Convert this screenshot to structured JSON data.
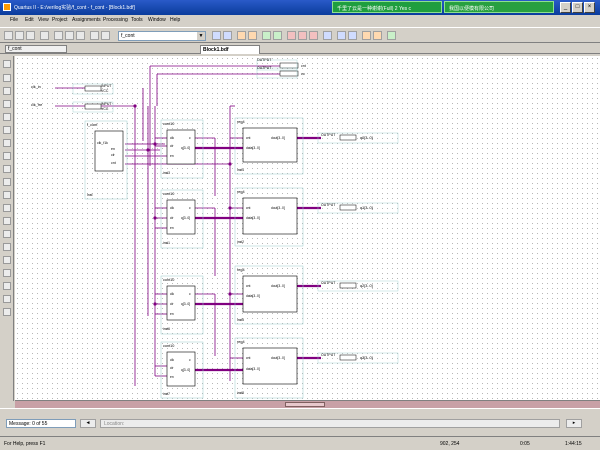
{
  "window": {
    "title": "Quartus II - E:/verilog实验/f_cont - f_cont - [Block1.bdf]"
  },
  "ime": {
    "text1": "千里了云是一种谢谢(Full)  2  Yes  c",
    "text2": "我国以便模有限公司"
  },
  "menu": [
    "File",
    "Edit",
    "View",
    "Project",
    "Assignments",
    "Processing",
    "Tools",
    "Window",
    "Help"
  ],
  "toolbar": {
    "project_combo": "f_cont"
  },
  "project_tab": "f_cont",
  "document_tab": "Block1.bdf",
  "schematic": {
    "top_pins": {
      "output1": "OUTPUT",
      "output1_name": "cnt",
      "output2": "OUTPUT",
      "output2_name": "co"
    },
    "input_pins": [
      {
        "type": "INPUT",
        "value": "VCC",
        "name": "clk_in"
      },
      {
        "type": "INPUT",
        "value": "VCC",
        "name": "clk_fre"
      }
    ],
    "divider": {
      "name": "f_cont",
      "ports": [
        "clk_f1k",
        "en",
        "clr",
        "cnt"
      ],
      "inst": "inst"
    },
    "counters": [
      {
        "name": "cont10",
        "ports_in": [
          "clk",
          "clr",
          "en"
        ],
        "ports_out": [
          "c",
          "q[3..0]"
        ],
        "inst": "inst3"
      },
      {
        "name": "cont10",
        "ports_in": [
          "clk",
          "clr",
          "en"
        ],
        "ports_out": [
          "c",
          "q[3..0]"
        ],
        "inst": "inst1"
      },
      {
        "name": "cont10",
        "ports_in": [
          "clk",
          "clr",
          "en"
        ],
        "ports_out": [
          "c",
          "q[3..0]"
        ],
        "inst": "inst6"
      },
      {
        "name": "cont10",
        "ports_in": [
          "clk",
          "clr",
          "en"
        ],
        "ports_out": [
          "c",
          "q[3..0]"
        ],
        "inst": "inst7"
      }
    ],
    "regs": [
      {
        "name": "reg4",
        "ports_in": [
          "cnt",
          "data[3..0]"
        ],
        "ports_out": [
          "dout[3..0]"
        ],
        "inst": "inst4"
      },
      {
        "name": "reg4",
        "ports_in": [
          "cnt",
          "data[3..0]"
        ],
        "ports_out": [
          "dout[3..0]"
        ],
        "inst": "inst2"
      },
      {
        "name": "reg4",
        "ports_in": [
          "cnt",
          "data[3..0]"
        ],
        "ports_out": [
          "dout[3..0]"
        ],
        "inst": "inst5"
      },
      {
        "name": "reg4",
        "ports_in": [
          "cnt",
          "data[3..0]"
        ],
        "ports_out": [
          "dout[3..0]"
        ],
        "inst": "inst8"
      }
    ],
    "outputs": [
      {
        "type": "OUTPUT",
        "name": "q0[3..0]"
      },
      {
        "type": "OUTPUT",
        "name": "q1[3..0]"
      },
      {
        "type": "OUTPUT",
        "name": "q2[3..0]"
      },
      {
        "type": "OUTPUT",
        "name": "q3[3..0]"
      }
    ]
  },
  "messages": {
    "counter": "Message: 0 of 55",
    "location_placeholder": "Location:"
  },
  "status": {
    "help": "For Help, press F1",
    "coords": "902, 254",
    "zoom": "0:05",
    "ratio": "1:44:15"
  },
  "colors": {
    "wire": "#800080",
    "bus": "#800080",
    "titlebar": "#0a3c9c"
  }
}
